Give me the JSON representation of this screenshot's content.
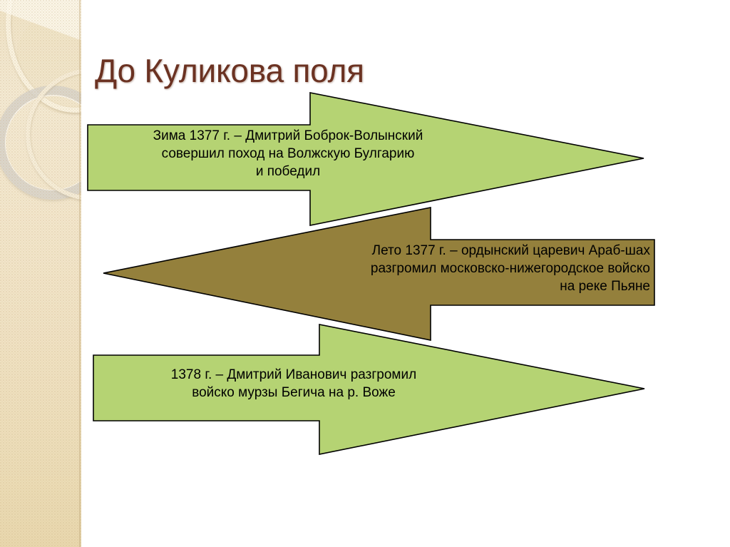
{
  "slide": {
    "title": "До Куликова поля",
    "title_color": "#6B3222",
    "background_color": "#FFFFFF"
  },
  "sidebar": {
    "name": "decorative-sidebar",
    "base_color": "#F2E6CB",
    "ring_gray_color": "#D6D2CB",
    "ring_cream_color": "#FAF3E1"
  },
  "arrows": [
    {
      "id": "arrow-1",
      "direction": "right",
      "fill": "#B5D373",
      "stroke": "#000000",
      "text": "Зима 1377 г. – Дмитрий Боброк-Волынский\nсовершил поход на Волжскую Булгарию\nи победил",
      "align": "center"
    },
    {
      "id": "arrow-2",
      "direction": "left",
      "fill": "#94803C",
      "stroke": "#000000",
      "text": "Лето 1377 г. – ордынский царевич Араб-шах\nразгромил московско-нижегородское войско\nна реке Пьяне",
      "align": "right"
    },
    {
      "id": "arrow-3",
      "direction": "right",
      "fill": "#B5D373",
      "stroke": "#000000",
      "text": "1378 г. – Дмитрий Иванович разгромил\nвойско мурзы Бегича на р. Воже",
      "align": "center"
    }
  ]
}
